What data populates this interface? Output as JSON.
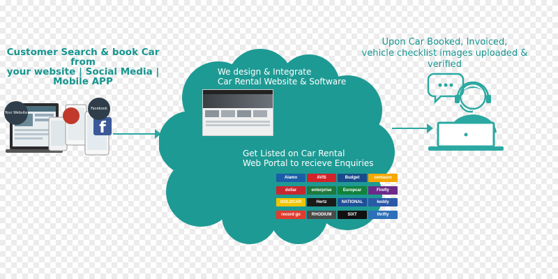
{
  "left": {
    "line1": "Customer Search & book Car from",
    "line2": "your website | Social Media |",
    "line3": "Mobile APP",
    "device_labels": {
      "website": "Your Website",
      "facebook": "Facebook"
    }
  },
  "cloud": {
    "top_line1": "We design & Integrate",
    "top_line2": "Car Rental Website & Software",
    "bottom_line1": "Get Listed on Car Rental",
    "bottom_line2": "Web Portal to recieve Enquiries"
  },
  "right": {
    "line1": "Upon Car Booked, Invoiced,",
    "line2": "vehicle checklist images uploaded & verified"
  },
  "brands": [
    {
      "name": "Alamo",
      "color": "#1a5ea8"
    },
    {
      "name": "AVIS",
      "color": "#d2232a"
    },
    {
      "name": "Budget",
      "color": "#1a4a8a"
    },
    {
      "name": "centauro",
      "color": "#f6a800"
    },
    {
      "name": "dollar",
      "color": "#c9272f"
    },
    {
      "name": "enterprise",
      "color": "#1e7a3c"
    },
    {
      "name": "Europcar",
      "color": "#11823b"
    },
    {
      "name": "Firefly",
      "color": "#6b2a8a"
    },
    {
      "name": "GOLDCAR",
      "color": "#f0c400"
    },
    {
      "name": "Hertz",
      "color": "#1a1a1a"
    },
    {
      "name": "NATIONAL",
      "color": "#1f4f9a"
    },
    {
      "name": "keddy",
      "color": "#2a59a8"
    },
    {
      "name": "record go",
      "color": "#e03b2f"
    },
    {
      "name": "RHODIUM",
      "color": "#4a4a4a"
    },
    {
      "name": "SIXT",
      "color": "#111111"
    },
    {
      "name": "thrifty",
      "color": "#2d6fb8"
    }
  ],
  "colors": {
    "teal": "#16958f",
    "cloud": "#1e9a94",
    "icon": "#2aa8a1",
    "arrow": "#2aa8a1"
  }
}
